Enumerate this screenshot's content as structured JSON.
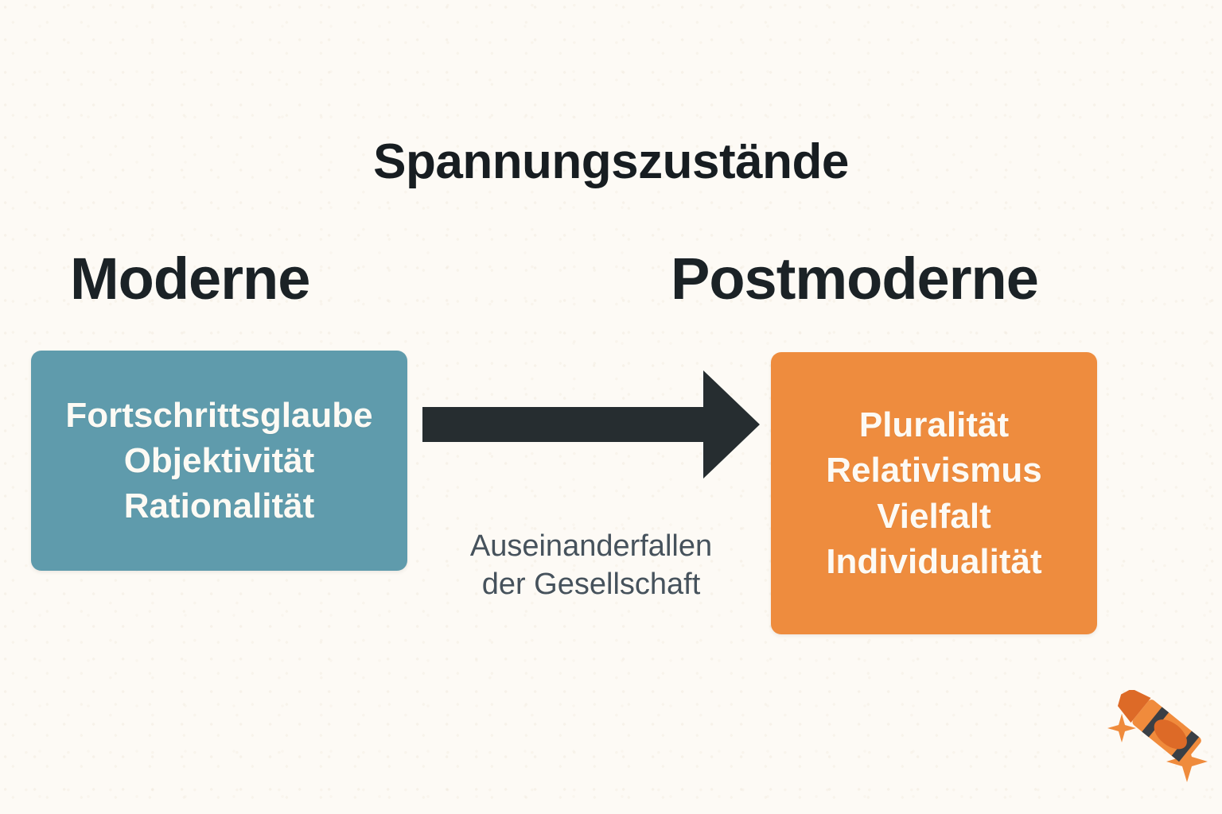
{
  "diagram": {
    "title": "Spannungszustände",
    "background_color": "#fdfaf5",
    "columns": [
      {
        "heading": "Moderne",
        "box_color": "#5f9bac",
        "text_color": "#fdfaf4",
        "terms": [
          "Fortschrittsglaube",
          "Objektivität",
          "Rationalität"
        ]
      },
      {
        "heading": "Postmoderne",
        "box_color": "#ee8c3e",
        "text_color": "#fdfaf4",
        "terms": [
          "Pluralität",
          "Relativismus",
          "Vielfalt",
          "Individualität"
        ]
      }
    ],
    "transition": {
      "arrow_icon": "right-arrow-icon",
      "arrow_color": "#262d30",
      "direction": "left-to-right",
      "caption_line_1": "Auseinanderfallen",
      "caption_line_2": "der Gesellschaft",
      "caption_color": "#46525c"
    },
    "decoration": {
      "icon": "crayon-icon",
      "crayon_body_color": "#f08b3c",
      "crayon_tip_color": "#dd6a27",
      "crayon_band_color": "#3a3f45",
      "sparkle_color": "#ef8b3c"
    }
  }
}
